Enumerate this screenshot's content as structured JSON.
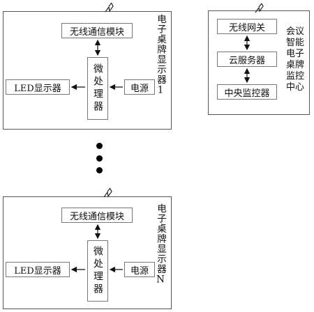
{
  "device_1": {
    "wireless_module": "无线通信模块",
    "mcu": "微处理器",
    "led_display": "LED显示器",
    "power": "电源",
    "label": "电子桌牌显示器1"
  },
  "gateway_group": {
    "gateway": "无线网关",
    "cloud_server": "云服务器",
    "central_monitor": "中央监控器",
    "label": "会议智能电子桌牌监控中心"
  },
  "device_n": {
    "wireless_module": "无线通信模块",
    "mcu": "微处理器",
    "led_display": "LED显示器",
    "power": "电源",
    "label": "电子桌牌显示器N"
  },
  "icons": {
    "wireless": "lightning-bolt-icon",
    "ellipsis": "vertical-dots-icon"
  }
}
